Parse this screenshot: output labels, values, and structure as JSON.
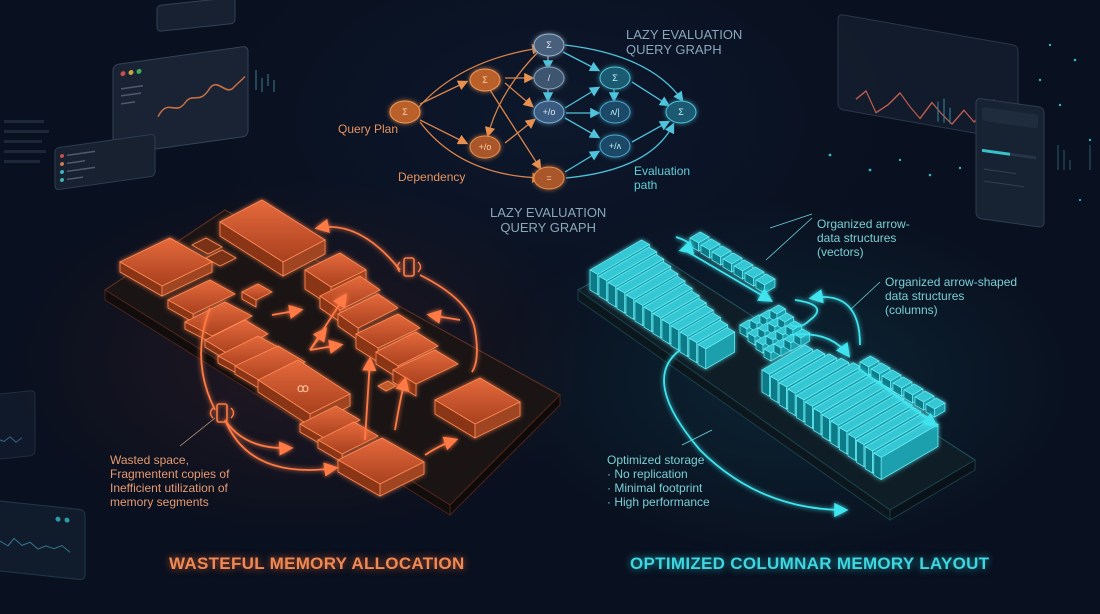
{
  "graph": {
    "title_top": "LAZY EVALUATION\nQUERY GRAPH",
    "title_bottom": "LAZY EVALUATION\nQUERY GRAPH",
    "labels": {
      "query_plan": "Query Plan",
      "dependency": "Dependency",
      "evaluation_path": "Evaluation\npath"
    },
    "nodes": [
      {
        "id": "n1",
        "symbol": "Σ",
        "color": "orange"
      },
      {
        "id": "n2",
        "symbol": "Σ",
        "color": "orange"
      },
      {
        "id": "n3",
        "symbol": "+/o",
        "color": "orange"
      },
      {
        "id": "n4",
        "symbol": "=",
        "color": "orange"
      },
      {
        "id": "n5",
        "symbol": "Σ",
        "color": "slate"
      },
      {
        "id": "n6",
        "symbol": "/",
        "color": "slate"
      },
      {
        "id": "n7",
        "symbol": "+/o",
        "color": "slate"
      },
      {
        "id": "n8",
        "symbol": "Σ",
        "color": "cyan"
      },
      {
        "id": "n9",
        "symbol": "ʌ/|",
        "color": "cyan"
      },
      {
        "id": "n10",
        "symbol": "+/ʌ",
        "color": "cyan"
      },
      {
        "id": "n11",
        "symbol": "Σ",
        "color": "cyan"
      }
    ]
  },
  "left_panel": {
    "title": "WASTEFUL MEMORY ALLOCATION",
    "annotation": "Wasted space,\nFragmentent copies of\nInefficient utilization of\nmemory segments",
    "accent_color": "#f08a55"
  },
  "right_panel": {
    "title": "OPTIMIZED COLUMNAR MEMORY LAYOUT",
    "annotation_vectors": "Organized arrow-\ndata structures\n(vectors)",
    "annotation_columns": "Organized arrow-shaped\ndata structures\n(columns)",
    "annotation_storage": "Optimized storage\n· No replication\n· Minimal footprint\n· High performance",
    "accent_color": "#3fd6e0"
  }
}
